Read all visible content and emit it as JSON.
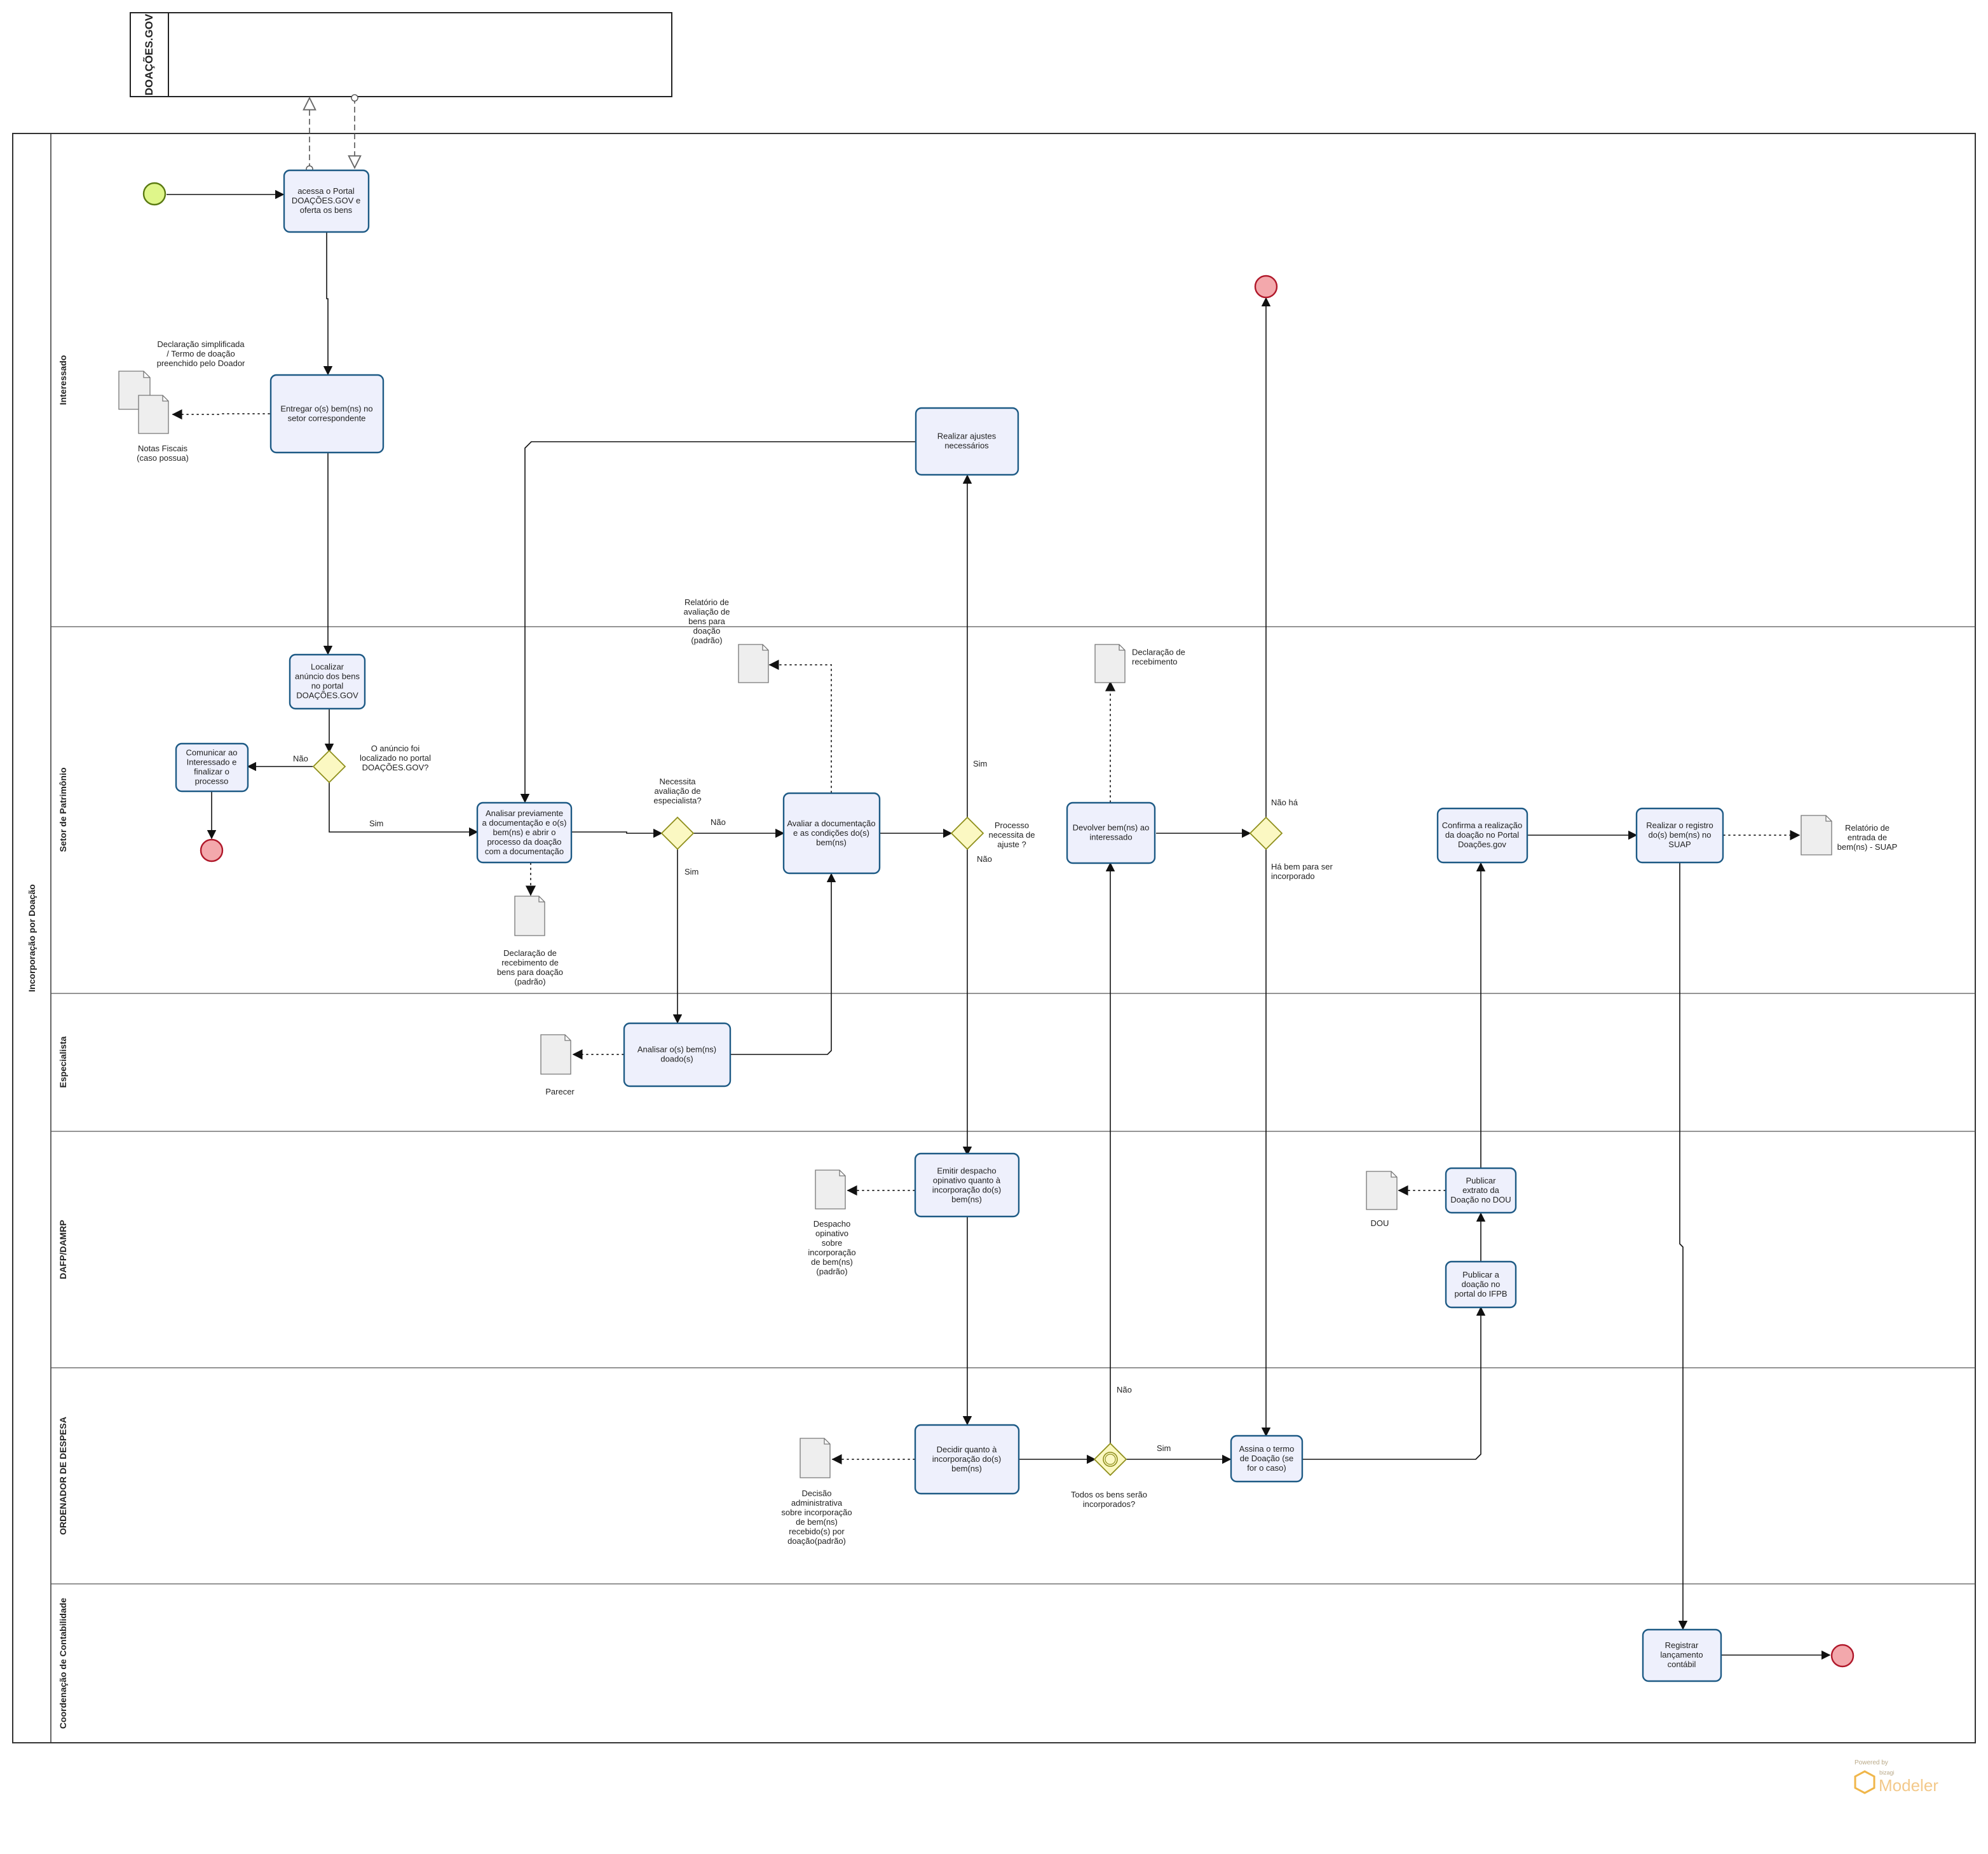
{
  "colors": {
    "task_fill": "#eef0fc",
    "task_stroke": "#1d5a85",
    "start_fill": "#dff68a",
    "start_stroke": "#5a7a12",
    "end_fill": "#f3a8ac",
    "end_stroke": "#b0182a",
    "gateway_fill": "#fbf8c2",
    "gateway_stroke": "#8f8f1c",
    "doc_fill": "#eeeeee"
  },
  "pool_top": {
    "label": "DOAÇÕES.GOV"
  },
  "pool_main": {
    "label": "Incorporação por Doação"
  },
  "lanes": [
    {
      "label": "Interessado"
    },
    {
      "label": "Setor de Patrimônio"
    },
    {
      "label": "Especialista"
    },
    {
      "label": "DAFP/DAMRP"
    },
    {
      "label": "ORDENADOR DE DESPESA"
    },
    {
      "label": "Coordenação de Contabilidade"
    }
  ],
  "tasks": [
    {
      "id": "acessa",
      "lines": [
        "acessa o Portal",
        "DOAÇÕES.GOV e",
        "oferta os bens"
      ]
    },
    {
      "id": "entregar",
      "lines": [
        "Entregar o(s) bem(ns) no",
        "setor correspondente"
      ]
    },
    {
      "id": "ajustes",
      "lines": [
        "Realizar ajustes",
        "necessários"
      ]
    },
    {
      "id": "localizar",
      "lines": [
        "Localizar",
        "anúncio dos bens",
        "no portal",
        "DOAÇÕES.GOV"
      ]
    },
    {
      "id": "comunicar",
      "lines": [
        "Comunicar ao",
        "Interessado e",
        "finalizar o",
        "processo"
      ]
    },
    {
      "id": "analisar_prev",
      "lines": [
        "Analisar previamente",
        "a documentação e o(s)",
        "bem(ns) e abrir o",
        "processo da doação",
        "com a documentação"
      ]
    },
    {
      "id": "avaliar",
      "lines": [
        "Avaliar a documentação",
        "e as condições do(s)",
        "bem(ns)"
      ]
    },
    {
      "id": "devolver",
      "lines": [
        "Devolver bem(ns) ao",
        "interessado"
      ]
    },
    {
      "id": "confirma",
      "lines": [
        "Confirma a realização",
        "da doação no Portal",
        "Doações.gov"
      ]
    },
    {
      "id": "registro_suap",
      "lines": [
        "Realizar o registro",
        "do(s) bem(ns) no",
        "SUAP"
      ]
    },
    {
      "id": "analisar_bens",
      "lines": [
        "Analisar o(s) bem(ns)",
        "doado(s)"
      ]
    },
    {
      "id": "emitir",
      "lines": [
        "Emitir despacho",
        "opinativo quanto à",
        "incorporação do(s)",
        "bem(ns)"
      ]
    },
    {
      "id": "publicar_dou",
      "lines": [
        "Publicar",
        "extrato da",
        "Doação no DOU"
      ]
    },
    {
      "id": "publicar_ifpb",
      "lines": [
        "Publicar a",
        "doação no",
        "portal do IFPB"
      ]
    },
    {
      "id": "decidir",
      "lines": [
        "Decidir quanto à",
        "incorporação do(s)",
        "bem(ns)"
      ]
    },
    {
      "id": "assina",
      "lines": [
        "Assina o termo",
        "de Doação (se",
        "for o caso)"
      ]
    },
    {
      "id": "registrar",
      "lines": [
        "Registrar",
        "lançamento",
        "contábil"
      ]
    }
  ],
  "documents": [
    {
      "id": "declaracao",
      "lines": [
        "Declaração simplificada",
        "/ Termo de doação",
        "preenchido pelo Doador"
      ]
    },
    {
      "id": "notas",
      "lines": [
        "Notas Fiscais",
        "(caso possua)"
      ]
    },
    {
      "id": "relatorio_aval",
      "lines": [
        "Relatório de",
        "avaliação de",
        "bens para",
        "doação",
        "(padrão)"
      ]
    },
    {
      "id": "decl_receb",
      "lines": [
        "Declaração de",
        "recebimento"
      ]
    },
    {
      "id": "decl_receb_padrao",
      "lines": [
        "Declaração de",
        "recebimento de",
        "bens para doação",
        "(padrão)"
      ]
    },
    {
      "id": "relatorio_suap",
      "lines": [
        "Relatório de",
        "entrada de",
        "bem(ns) - SUAP"
      ]
    },
    {
      "id": "parecer",
      "lines": [
        "Parecer"
      ]
    },
    {
      "id": "despacho",
      "lines": [
        "Despacho",
        "opinativo",
        "sobre",
        "incorporação",
        "de bem(ns)",
        "(padrão)"
      ]
    },
    {
      "id": "dou",
      "lines": [
        "DOU"
      ]
    },
    {
      "id": "decisao",
      "lines": [
        "Decisão",
        "administrativa",
        "sobre incorporação",
        "de bem(ns)",
        "recebido(s) por",
        "doação(padrão)"
      ]
    }
  ],
  "gateways": [
    {
      "id": "gw_anuncio",
      "lines": [
        "O anúncio foi",
        "localizado no portal",
        "DOAÇÕES.GOV?"
      ]
    },
    {
      "id": "gw_especialista",
      "lines": [
        "Necessita",
        "avaliação de",
        "especialista?"
      ]
    },
    {
      "id": "gw_ajuste",
      "lines": [
        "Processo",
        "necessita de",
        "ajuste ?"
      ]
    },
    {
      "id": "gw_bem",
      "lines": [
        "Há bem para ser",
        "incorporado"
      ]
    },
    {
      "id": "gw_todos",
      "lines": [
        "Todos os bens serão",
        "incorporados?"
      ]
    }
  ],
  "flow_labels": {
    "nao_anuncio": "Não",
    "sim_anuncio": "Sim",
    "nao_especialista": "Não",
    "sim_especialista": "Sim",
    "sim_ajuste": "Sim",
    "nao_ajuste": "Não",
    "nao_ha": "Não há",
    "nao_todos": "Não",
    "sim_todos": "Sim"
  },
  "watermark": {
    "powered_by": "Powered by",
    "brand_small": "bizagi",
    "brand": "Modeler"
  }
}
